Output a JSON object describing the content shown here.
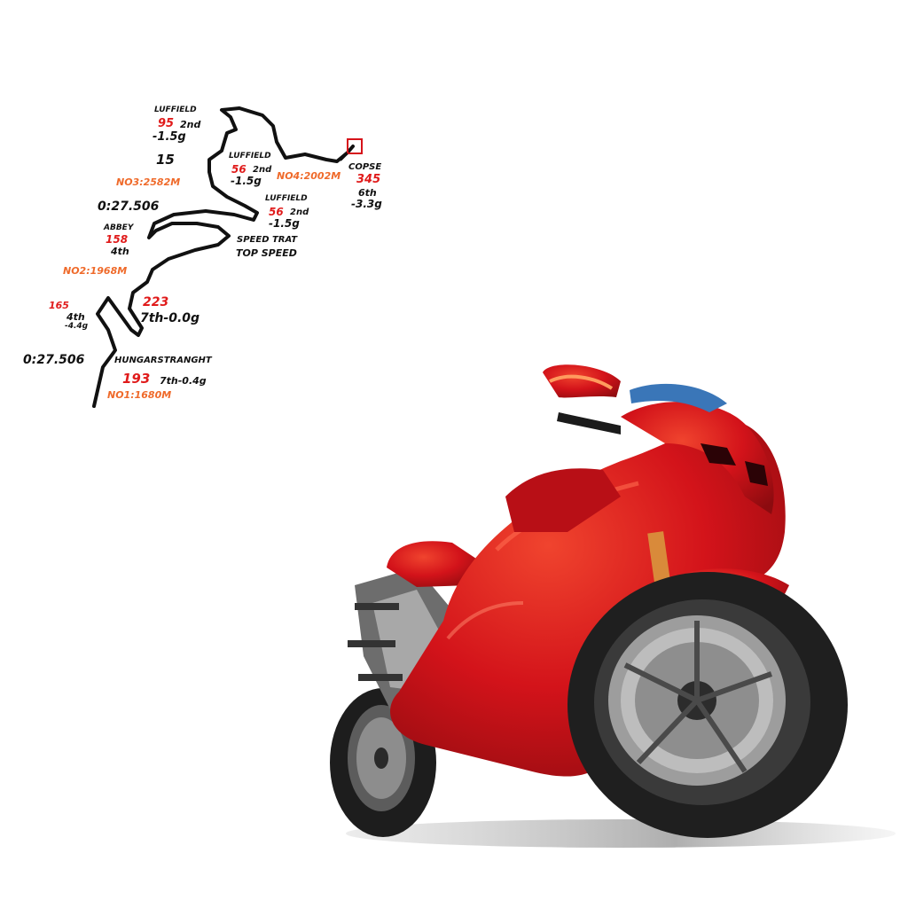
{
  "colors": {
    "background": "#ffffff",
    "label_dark": "#111111",
    "label_red": "#e01b1b",
    "label_orange": "#ef6a2a",
    "bike_red": "#d3131a"
  },
  "map": {
    "luffield_1": "LUFFIELD",
    "speed_95": "95",
    "gear_95": "2nd",
    "g_95": "-1.5g",
    "turn_15": "15",
    "no3": "NO3:2582M",
    "time_1": "0:27.506",
    "luffield_2": "LUFFIELD",
    "speed_56a": "56",
    "gear_56a": "2nd",
    "g_56a": "-1.5g",
    "no4": "NO4:2002M",
    "copse": "COPSE",
    "speed_345": "345",
    "gear_345": "6th",
    "g_345": "-3.3g",
    "luffield_3": "LUFFIELD",
    "speed_56b": "56",
    "gear_56b": "2nd",
    "g_56b": "-1.5g",
    "abbey": "ABBEY",
    "speed_158": "158",
    "gear_158": "4th",
    "speed_trap": "SPEED TRAT",
    "top_speed": "TOP SPEED",
    "no2": "NO2:1968M",
    "speed_165": "165",
    "gear_165": "4th",
    "g_165": "-4.4g",
    "speed_223": "223",
    "gear_223": "7th-0.0g",
    "time_2": "0:27.506",
    "hangar": "HUNGARSTRANGHT",
    "speed_193": "193",
    "gear_193": "7th-0.4g",
    "no1": "NO1:1680M"
  },
  "icons": {
    "corner_marker": "square-marker-icon",
    "bike": "motorcycle-illustration"
  }
}
